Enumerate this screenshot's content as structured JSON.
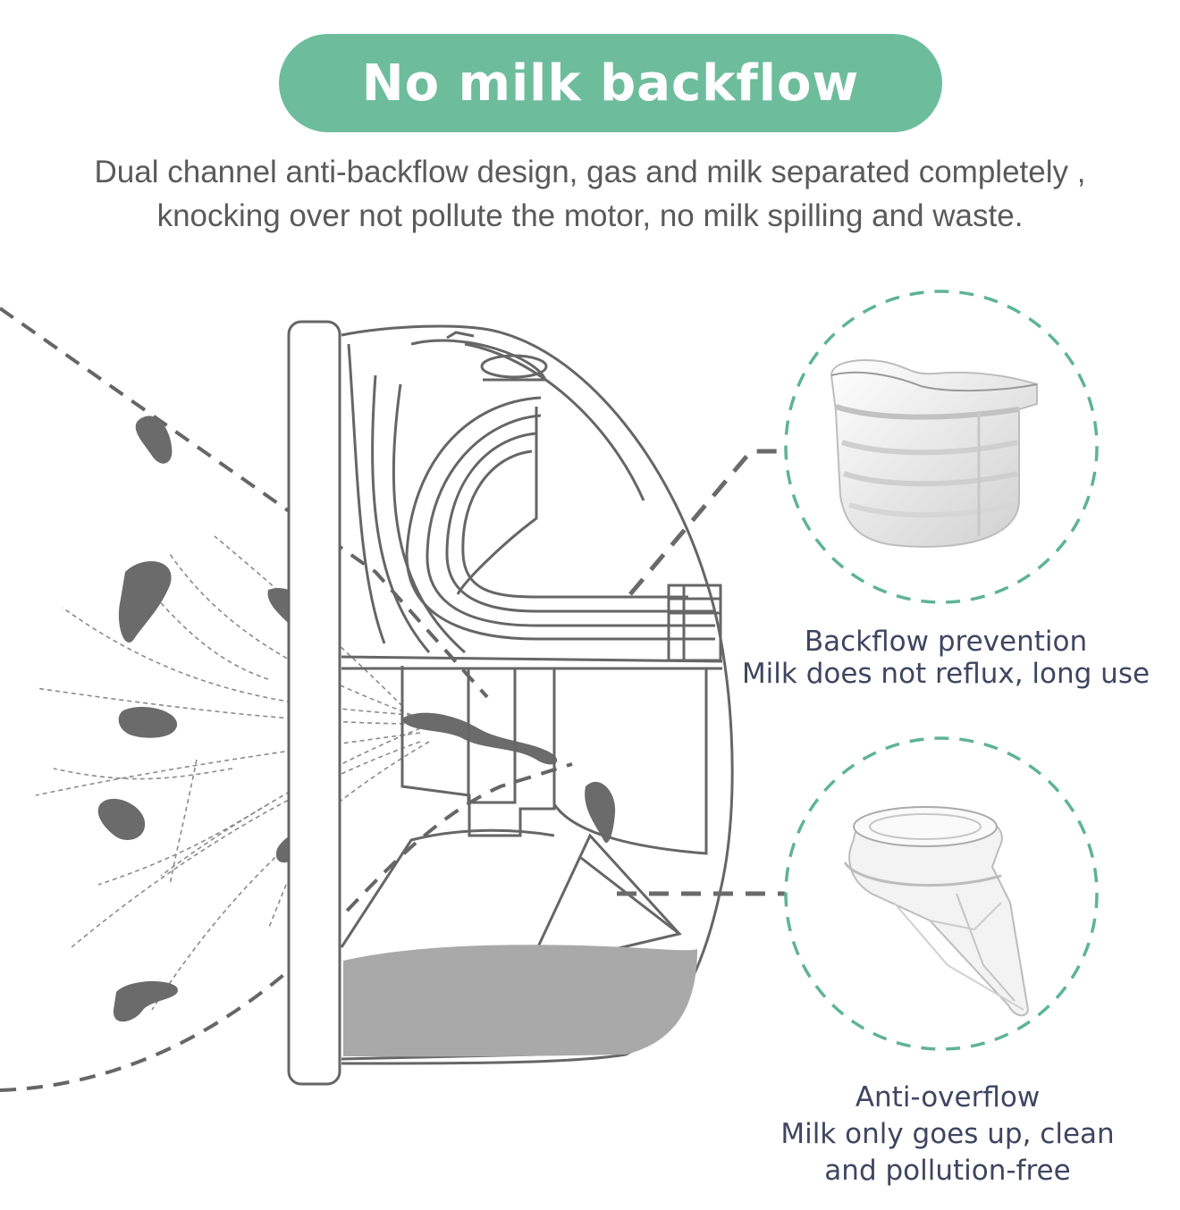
{
  "header": {
    "title": "No milk backflow",
    "description_line1": "Dual channel anti-backflow design, gas and milk separated completely ,",
    "description_line2": "knocking over not pollute the motor, no milk spilling and waste."
  },
  "callouts": [
    {
      "title": "Backflow prevention",
      "text": "Milk does not reflux, long use"
    },
    {
      "title": "Anti-overflow",
      "text_line1": "Milk only goes up, clean",
      "text_line2": "and pollution-free"
    }
  ],
  "colors": {
    "accent": "#6dbd9d",
    "banner_text": "#ffffff",
    "subtitle_text": "#5a5a5a",
    "callout_text": "#3e4660",
    "line_art": "#666666",
    "duct_fill": "#6b6b6b",
    "milk_fill": "#a9a9a9"
  },
  "icons": [
    "breast-pump-diagram",
    "duckbill-valve-image",
    "one-way-valve-image"
  ]
}
